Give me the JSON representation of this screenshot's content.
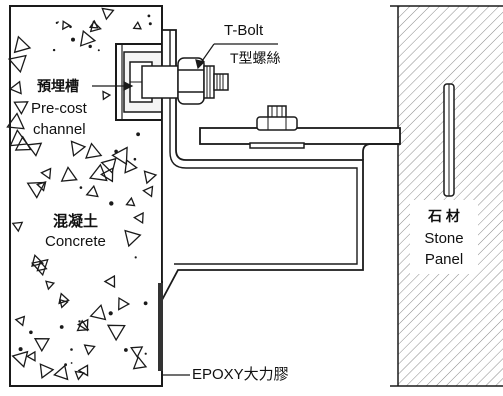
{
  "labels": {
    "tbolt_en": "T-Bolt",
    "tbolt_cn": "T型螺絲",
    "channel_cn": "預埋槽",
    "channel_en_1": "Pre-cost",
    "channel_en_2": "channel",
    "concrete_cn": "混凝土",
    "concrete_en": "Concrete",
    "stone_cn": "石 材",
    "stone_en_1": "Stone",
    "stone_en_2": "Panel",
    "epoxy": "EPOXY大力膠"
  },
  "colors": {
    "line": "#1a1a1a",
    "fill_white": "#ffffff",
    "hatch": "#777777",
    "metal": "#e9e9e9"
  }
}
